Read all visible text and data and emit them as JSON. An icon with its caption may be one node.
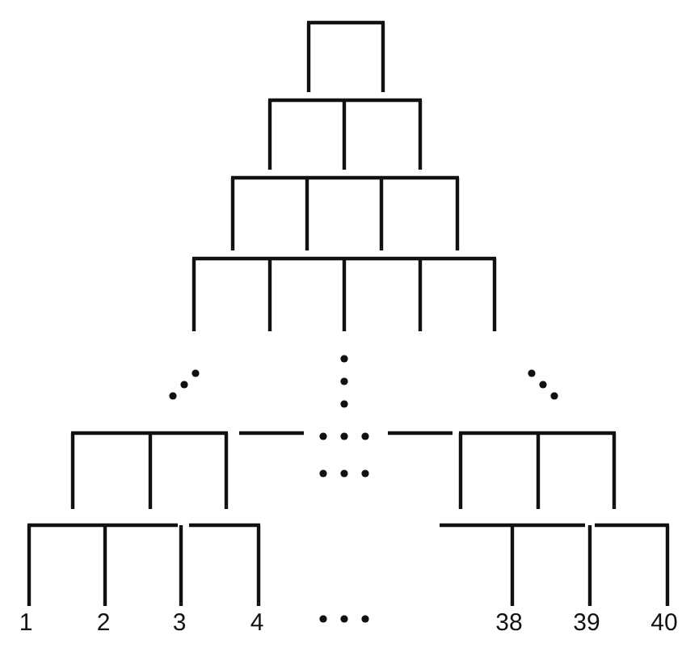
{
  "diagram": {
    "labels": [
      "1",
      "2",
      "3",
      "4",
      "38",
      "39",
      "40"
    ]
  }
}
